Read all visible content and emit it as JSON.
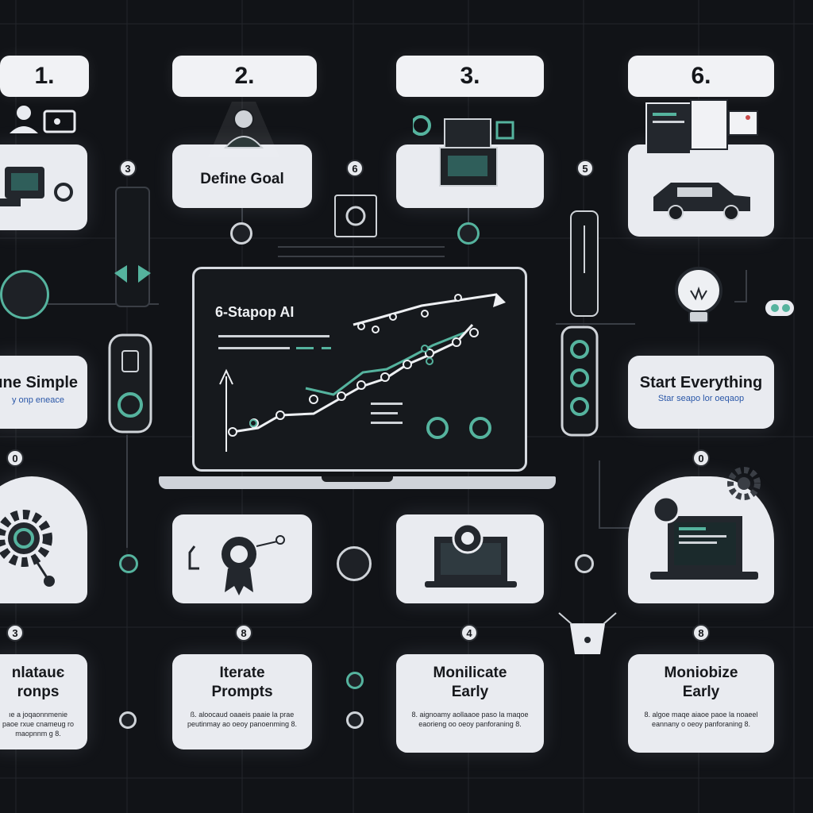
{
  "steps": {
    "tabs": [
      "1.",
      "2.",
      "3.",
      "6."
    ],
    "cards": {
      "define_goal": "Define Goal",
      "left_mid": {
        "title": "ıne Simple",
        "sub": "y onp eneace"
      },
      "start": {
        "title": "Start Everything",
        "sub": "Star seapo lor oeqaop"
      },
      "bottom_left": {
        "title": "nlatauє\nronps",
        "body": "ıe a joqaonnmenie paoe\nrxue cnameug ro\nmaopnnm g 8."
      },
      "iterate": {
        "title": "Iterate\nPrompts",
        "body": "ß. aloocaud oaaeis paaie\nla prae peutinmay ao\noeoy panoenming 8."
      },
      "monilicate": {
        "title": "Monilicate\nEarly",
        "body": "8. aignoamy aollaaoe paso\nla maqoe eaorieng oo\noeoy panforaning 8."
      },
      "monibize": {
        "title": "Moniobize\nEarly",
        "body": "8. algoe maqe aiaoe paoe\nla noaeel eannany o\noeoy panforaning 8."
      }
    },
    "badges": [
      "3",
      "6",
      "5",
      "0",
      "0",
      "3",
      "8",
      "4",
      "8"
    ]
  },
  "laptop": {
    "screen_title": "6-Stapop AI"
  },
  "colors": {
    "background": "#111317",
    "card": "#e9ebf0",
    "accent_teal": "#55b39e",
    "accent_blue": "#2a57a8",
    "line": "#2c2f35"
  },
  "icons": [
    "user-at-desk-icon",
    "monitor-icon",
    "presenter-icon",
    "machine-icon",
    "document-window-icon",
    "car-icon",
    "lightbulb-icon",
    "gear-icon",
    "ribbon-award-icon",
    "laptop-camera-icon",
    "laptop-code-icon",
    "trend-chart-icon"
  ]
}
